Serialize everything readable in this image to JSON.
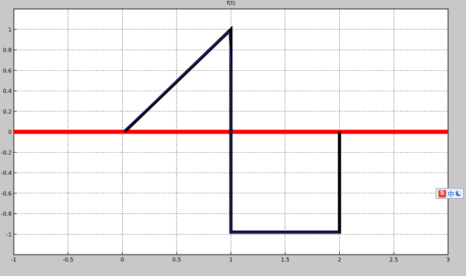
{
  "chart_data": {
    "type": "line",
    "title": "f(t)",
    "xlabel": "",
    "ylabel": "",
    "xlim": [
      -1,
      3
    ],
    "ylim": [
      -1.2,
      1.2
    ],
    "xticks": [
      -1,
      -0.5,
      0,
      0.5,
      1,
      1.5,
      2,
      2.5,
      3
    ],
    "yticks": [
      -1,
      -0.8,
      -0.6,
      -0.4,
      -0.2,
      0,
      0.2,
      0.4,
      0.6,
      0.8,
      1
    ],
    "grid": true,
    "series": [
      {
        "color": "#ff0000",
        "x": [
          -1,
          3
        ],
        "y": [
          0,
          0
        ]
      },
      {
        "color": "#000000",
        "x": [
          0.02,
          1,
          1,
          1,
          2,
          2
        ],
        "y": [
          0,
          1,
          0,
          -0.98,
          -0.98,
          0
        ]
      },
      {
        "color": "#3030c0",
        "x": [
          0,
          0.98,
          1,
          1,
          2
        ],
        "y": [
          0,
          0.98,
          0.65,
          -0.98,
          -0.98
        ]
      }
    ]
  },
  "ime": {
    "logo_char": "S",
    "lang_char": "中",
    "icon": "moon-icon"
  }
}
